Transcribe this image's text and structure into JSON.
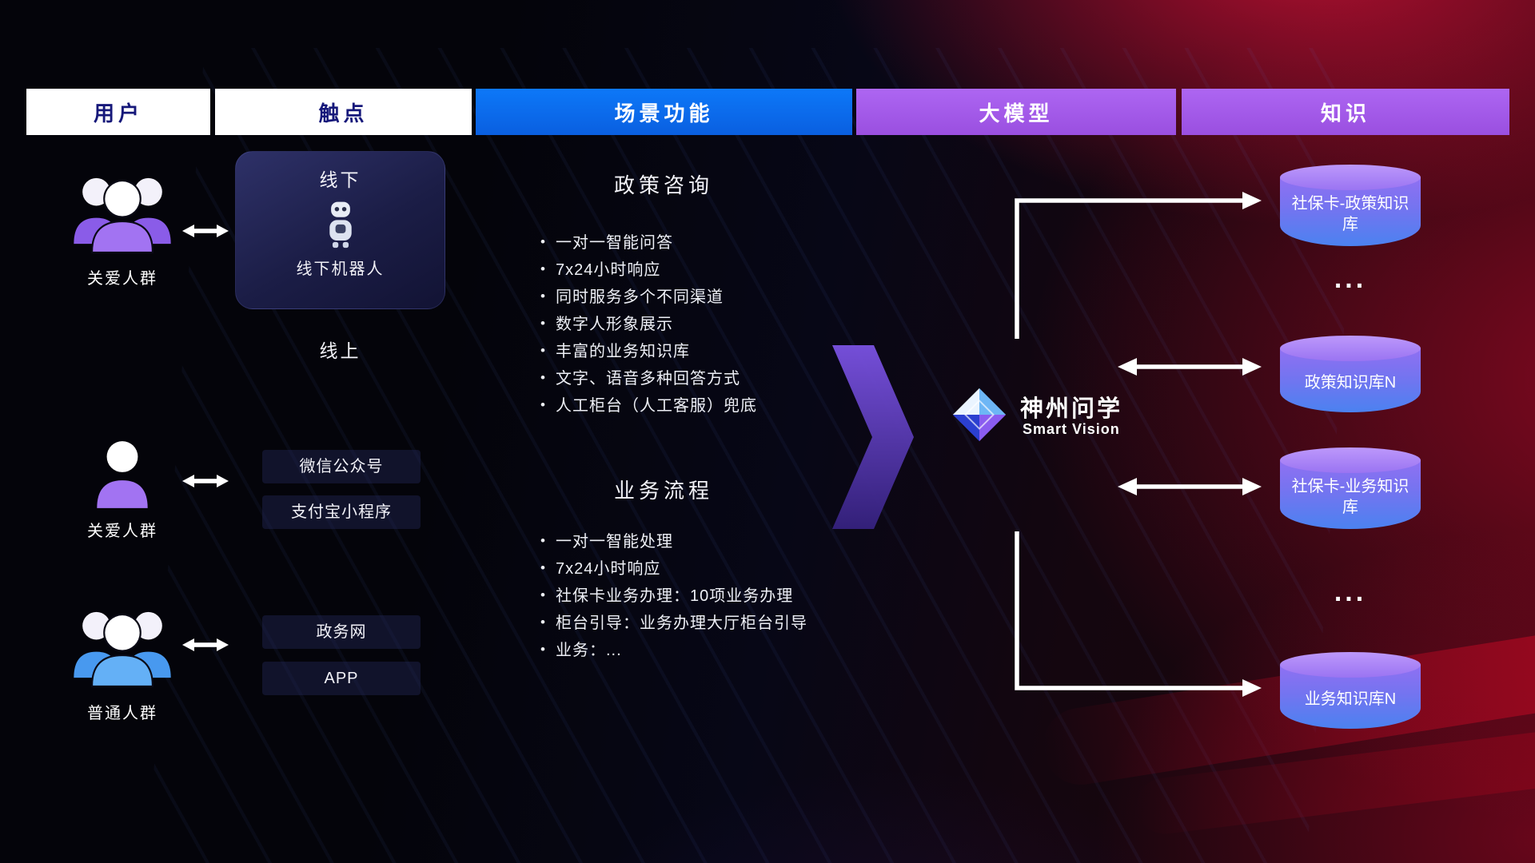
{
  "colors": {
    "accent_blue": "#0a6cf2",
    "accent_purple": "#a259ec",
    "background_dark": "#05050c",
    "background_red": "#b00a2e",
    "cylinder_purple": "#9070f2",
    "cylinder_blue": "#4b82f0",
    "header_dark_text": "#16187a",
    "text_light": "#ffffff"
  },
  "header": {
    "columns": [
      {
        "label": "用户",
        "style": "light"
      },
      {
        "label": "触点",
        "style": "light"
      },
      {
        "label": "场景功能",
        "style": "blue"
      },
      {
        "label": "大模型",
        "style": "purple"
      },
      {
        "label": "知识",
        "style": "purple"
      }
    ]
  },
  "users": [
    {
      "label": "关爱人群",
      "icon": "people-group-purple"
    },
    {
      "label": "关爱人群",
      "icon": "person-purple"
    },
    {
      "label": "普通人群",
      "icon": "people-group-blue"
    }
  ],
  "touchpoints": {
    "offline": {
      "title": "线下",
      "device": "线下机器人",
      "icon": "robot"
    },
    "online_label": "线上",
    "channels": [
      "微信公众号",
      "支付宝小程序",
      "政务网",
      "APP"
    ]
  },
  "scenarios": [
    {
      "title": "政策咨询",
      "items": [
        "一对一智能问答",
        "7x24小时响应",
        "同时服务多个不同渠道",
        "数字人形象展示",
        "丰富的业务知识库",
        "文字、语音多种回答方式",
        "人工柜台（人工客服）兜底"
      ]
    },
    {
      "title": "业务流程",
      "items": [
        "一对一智能处理",
        "7x24小时响应",
        "社保卡业务办理：10项业务办理",
        "柜台引导：业务办理大厅柜台引导",
        "业务：..."
      ]
    }
  ],
  "model": {
    "name": "神州问学",
    "subtitle": "Smart Vision",
    "icon": "diamond-gem"
  },
  "knowledge": {
    "databases": [
      "社保卡-政策知识库",
      "政策知识库N",
      "社保卡-业务知识库",
      "业务知识库N"
    ],
    "ellipsis": "..."
  },
  "icons": {
    "connector": "double-arrow",
    "flow": "big-right-arrow",
    "database": "cylinder"
  }
}
